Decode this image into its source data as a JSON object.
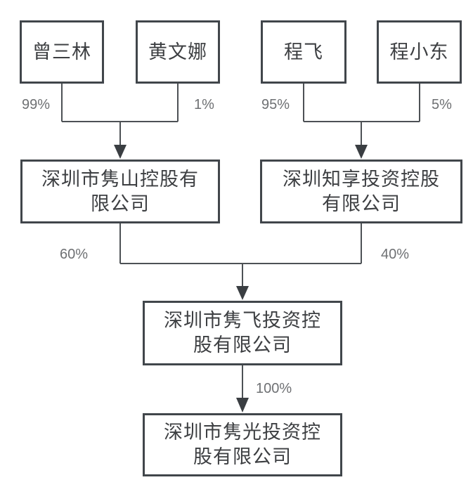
{
  "diagram": {
    "type": "equity-ownership-structure-flowchart",
    "colors": {
      "background": "#ffffff",
      "box_border": "#41464b",
      "connector_line": "#4d5155",
      "node_text": "#3d3f42",
      "percent_text": "#6e7073"
    },
    "shareholders": [
      {
        "name": "曾三林",
        "stake": "99%"
      },
      {
        "name": "黄文娜",
        "stake": "1%"
      },
      {
        "name": "程飞",
        "stake": "95%"
      },
      {
        "name": "程小东",
        "stake": "5%"
      }
    ],
    "holding_companies": [
      {
        "name": "深圳市隽山控股有\n限公司",
        "stake_in_subsidiary": "60%"
      },
      {
        "name": "深圳知享投资控股\n有限公司",
        "stake_in_subsidiary": "40%"
      }
    ],
    "intermediate_company": {
      "name": "深圳市隽飞投资控\n股有限公司",
      "stake_in_subsidiary": "100%"
    },
    "bottom_company": {
      "name": "深圳市隽光投资控\n股有限公司"
    }
  }
}
